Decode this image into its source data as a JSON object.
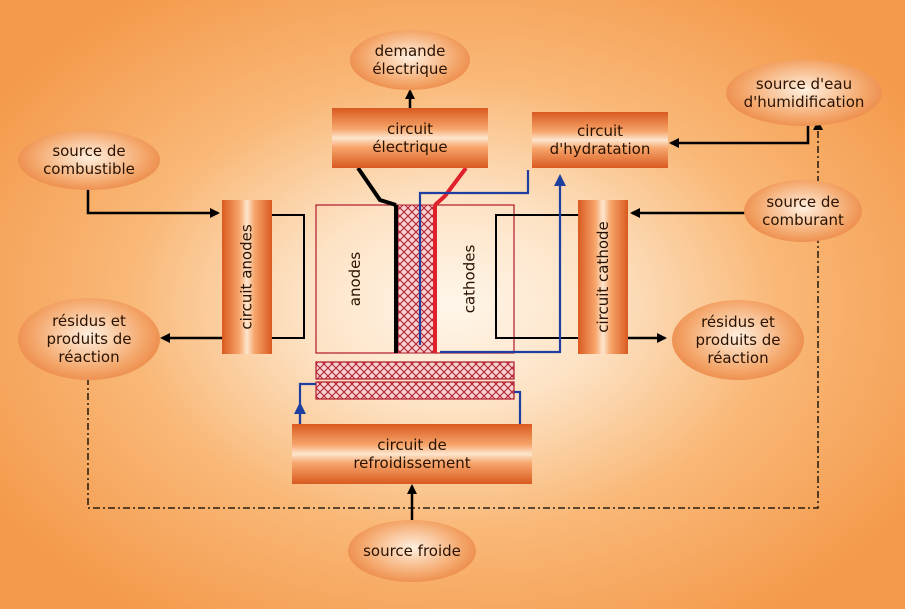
{
  "nodes": {
    "demande": "demande\nélectrique",
    "source_eau": "source d'eau\nd'humidification",
    "combustible": "source de\ncombustible",
    "comburant": "source de\ncomburant",
    "residus_left": "résidus et\nproduits de\nréaction",
    "residus_right": "résidus et\nproduits de\nréaction",
    "source_froide": "source froide"
  },
  "circuits": {
    "electrique": "circuit\nélectrique",
    "hydratation": "circuit\nd'hydratation",
    "anodes": "circuit anodes",
    "cathode": "circuit cathode",
    "refroidissement": "circuit de\nrefroidissement"
  },
  "cell": {
    "anodes": "anodes",
    "cathodes": "cathodes"
  },
  "colors": {
    "blue": "#1f3fa0",
    "red": "#e0202a",
    "frame": "#b2182b",
    "black": "#000000"
  }
}
